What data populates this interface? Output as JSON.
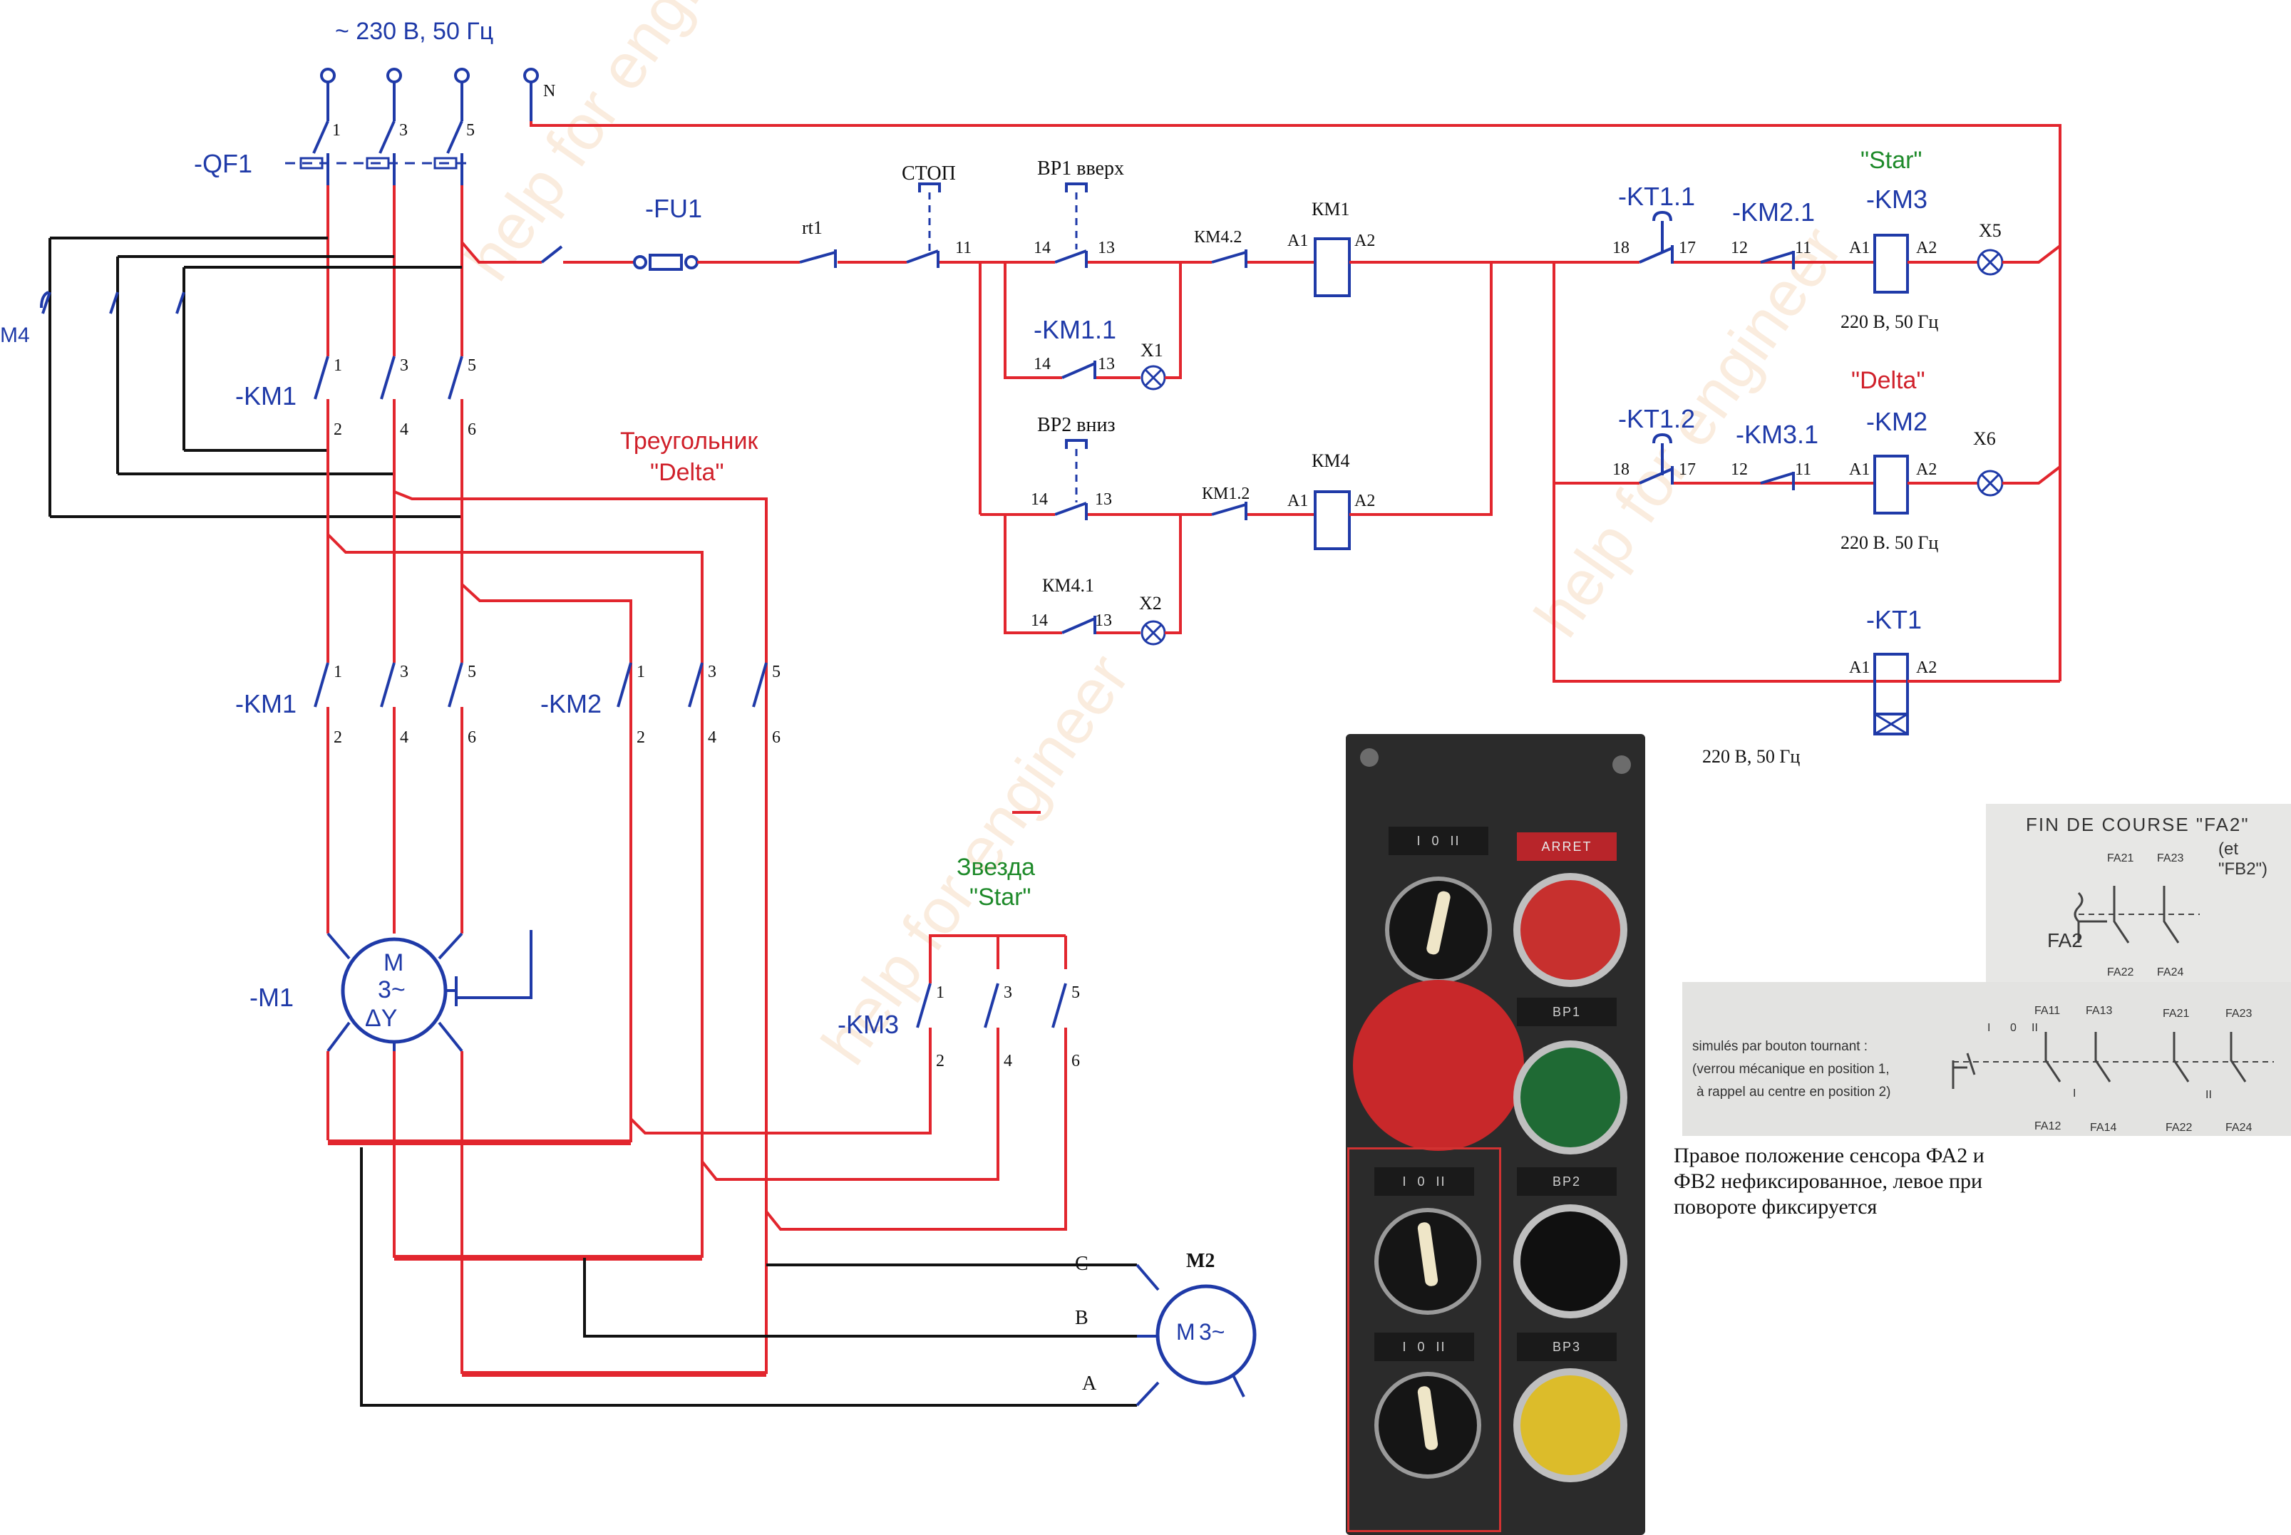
{
  "supply": {
    "label": "~ 230 В, 50 Гц",
    "neutral": "N",
    "phases": [
      "1",
      "3",
      "5"
    ]
  },
  "devices": {
    "qf1": "-QF1",
    "fu1": "-FU1",
    "km1_main": "-KM1",
    "km1_top": "-KM1",
    "km2_main": "-KM2",
    "km3_main": "-KM3",
    "km4_label": "M4",
    "motor1": "-M1",
    "motor1_symbol": "M",
    "motor1_phase": "3~",
    "motor2": "M2",
    "motor2_symbol": "M",
    "motor2_phase": "3~"
  },
  "terminals": {
    "top": [
      "1",
      "3",
      "5"
    ],
    "bottom": [
      "2",
      "4",
      "6"
    ]
  },
  "motor2_phases": [
    "C",
    "B",
    "A"
  ],
  "delta_label": [
    "Треугольник",
    "\"Delta\""
  ],
  "star_label": [
    "Звезда",
    "\"Star\""
  ],
  "control": {
    "rt1": "rt1",
    "stop": "СТОП",
    "stop_terminal": "11",
    "bp1": "ВР1 вверх",
    "bp2": "ВР2 вниз",
    "km41_top": "КМ4.2",
    "km12": "КМ1.2",
    "km11": "-KM1.1",
    "km41": "КМ4.1",
    "km1_coil": "КМ1",
    "km4_coil": "КМ4",
    "x1": "X1",
    "x2": "X2",
    "a1": "A1",
    "a2": "A2",
    "c14": "14",
    "c13": "13"
  },
  "right": {
    "star_title": "\"Star\"",
    "delta_title": "\"Delta\"",
    "kt11": "-KT1.1",
    "kt12": "-KT1.2",
    "km21": "-KM2.1",
    "km31": "-KM3.1",
    "km3": "-KM3",
    "km2": "-KM2",
    "kt1": "-KT1",
    "x5": "X5",
    "x6": "X6",
    "n18": "18",
    "n17": "17",
    "n12": "12",
    "n11": "11",
    "v1": "220 В, 50 Гц",
    "v2": "220 В. 50 Гц",
    "v3": "220 В, 50 Гц"
  },
  "photo": {
    "arret": "ARRET",
    "bp1": "BP1",
    "bp2": "BP2",
    "bp3": "BP3",
    "pos": [
      "I",
      "0",
      "II"
    ]
  },
  "scan": {
    "title": "FIN DE COURSE \"FA2\"",
    "title2": "(et \"FB2\")",
    "fa2": "FA2",
    "tags_top": [
      "FA21",
      "FA23",
      "FA22",
      "FA24"
    ],
    "simule": [
      "simulés par bouton tournant :",
      "(verrou mécanique en position 1,",
      "à rappel au centre en position 2)"
    ],
    "tags_bot": [
      "FA11",
      "FA13",
      "FA21",
      "FA23",
      "FA12",
      "FA14",
      "FA22",
      "FA24"
    ],
    "pos": [
      "I",
      "0",
      "II"
    ]
  },
  "note": [
    "Правое положение сенсора ФА2 и",
    "ФВ2 нефиксированное, левое при",
    "повороте фиксируется"
  ],
  "watermark": [
    "help for engineer",
    "help for engineer",
    "help for engineer"
  ]
}
